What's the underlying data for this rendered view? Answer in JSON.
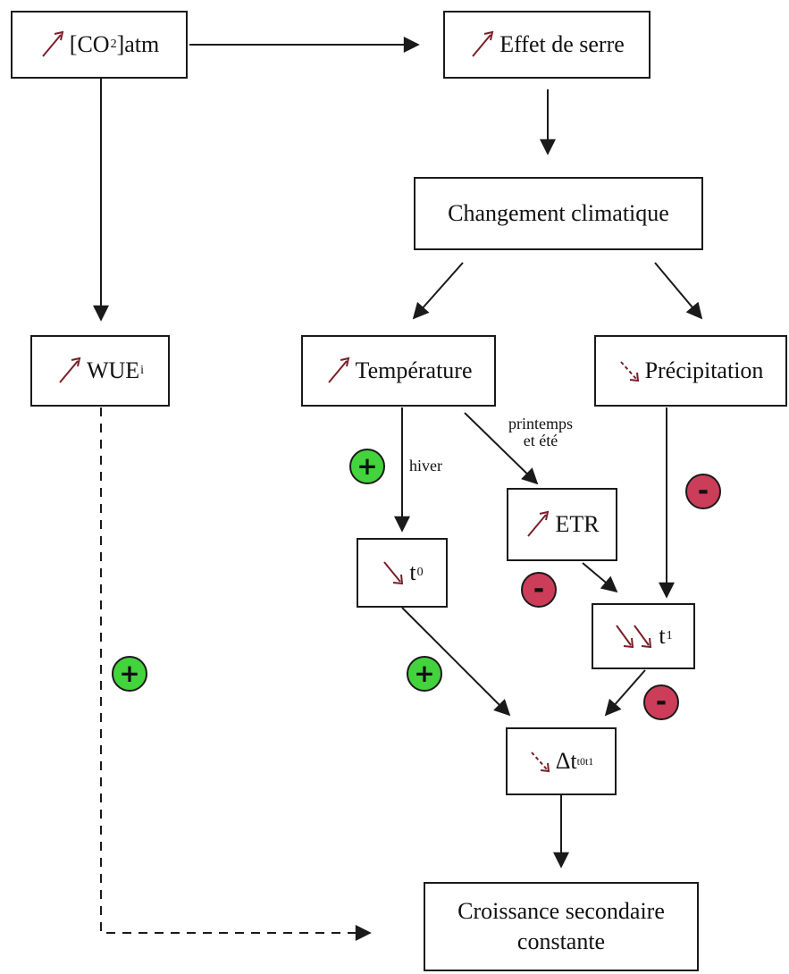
{
  "diagram": {
    "nodes": {
      "co2": {
        "main": "[CO",
        "sub": "2",
        "tail": "]atm",
        "indicator": "increase"
      },
      "effet_serre": {
        "main": "Effet de serre",
        "indicator": "increase"
      },
      "changement": {
        "main": "Changement climatique"
      },
      "wue": {
        "main": "WUE",
        "sub": "i",
        "indicator": "increase"
      },
      "temperature": {
        "main": "Température",
        "indicator": "increase"
      },
      "precipitation": {
        "main": "Précipitation",
        "indicator": "slight-decrease"
      },
      "etr": {
        "main": "ETR",
        "indicator": "increase"
      },
      "t0": {
        "main": "t",
        "sub": "0",
        "indicator": "decrease"
      },
      "t1": {
        "main": "t",
        "sub": "1",
        "indicator": "strong-decrease"
      },
      "delta": {
        "main": "Δt",
        "sub": "t0t1",
        "indicator": "slight-decrease"
      },
      "croissance": {
        "line1": "Croissance secondaire",
        "line2": "constante"
      }
    },
    "edge_labels": {
      "hiver": "hiver",
      "printemps_line1": "printemps",
      "printemps_line2": "et été"
    },
    "badges": {
      "plus_symbol": "+",
      "minus_symbol": "-"
    },
    "colors": {
      "positive_badge": "#43d33c",
      "negative_badge": "#cc3d5a",
      "trend_arrow": "#7a1f2a",
      "line": "#1a1a1a"
    }
  }
}
